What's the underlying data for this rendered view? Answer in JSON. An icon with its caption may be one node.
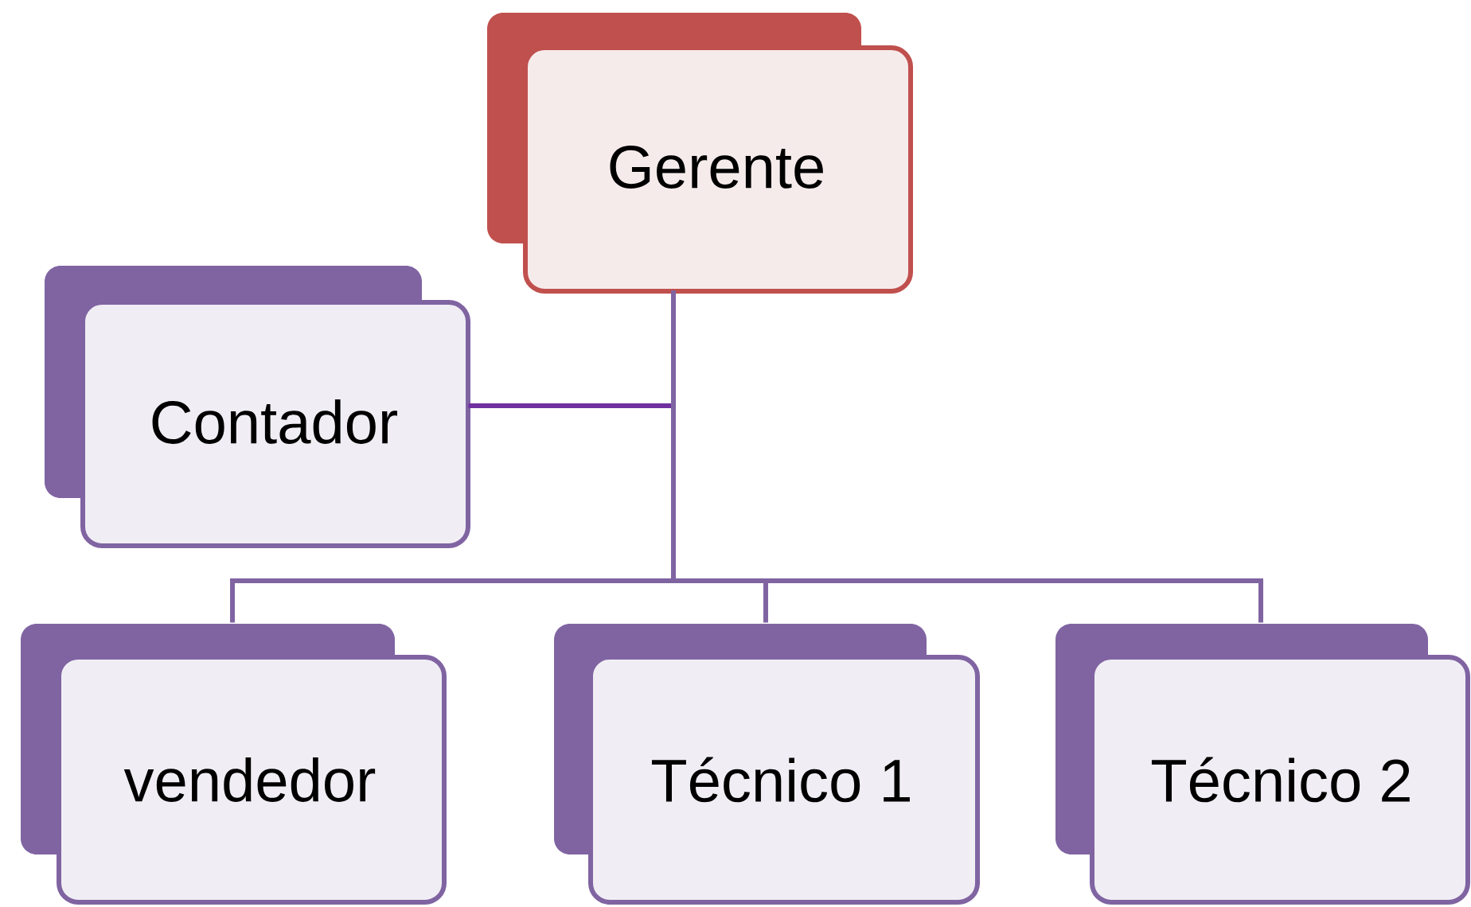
{
  "diagram": {
    "nodes": [
      {
        "text": [
          "Gerente"
        ]
      },
      {
        "text": [
          "Contador"
        ]
      },
      {
        "text": [
          "vendedor"
        ]
      },
      {
        "text": [
          "Técnico 1"
        ]
      },
      {
        "text": [
          "Técnico 2"
        ]
      }
    ],
    "edges": [
      {
        "from": 0,
        "to": 1,
        "arrow": "none",
        "color": "#7030a0"
      },
      {
        "from": 0,
        "to": 2,
        "arrow": "none"
      },
      {
        "from": 0,
        "to": 3,
        "arrow": "none"
      },
      {
        "from": 0,
        "to": 4,
        "arrow": "none"
      }
    ]
  }
}
